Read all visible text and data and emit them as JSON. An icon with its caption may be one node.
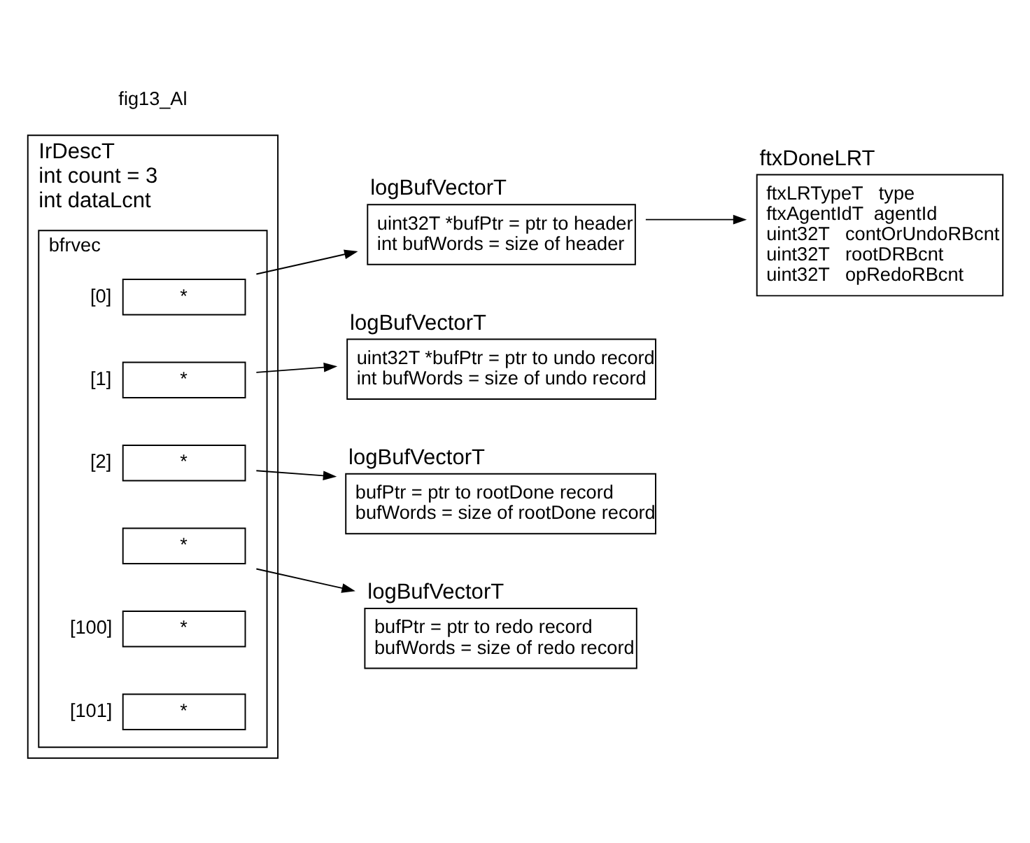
{
  "diagram": {
    "nodes": [
      {
        "text": [
          "IrDescT",
          "int count = 3",
          "int dataLcnt"
        ]
      },
      {
        "text": [
          "bfrvec"
        ],
        "in": 0
      },
      {
        "text": [
          "*"
        ],
        "in": 1,
        "beside": [
          "[0]"
        ]
      },
      {
        "text": [
          "*"
        ],
        "in": 1,
        "beside": [
          "[1]"
        ]
      },
      {
        "text": [
          "*"
        ],
        "in": 1,
        "beside": [
          "[2]"
        ]
      },
      {
        "text": [
          "*"
        ],
        "in": 1
      },
      {
        "text": [
          "*"
        ],
        "in": 1,
        "beside": [
          "[100]"
        ]
      },
      {
        "text": [
          "*"
        ],
        "in": 1,
        "beside": [
          "[101]"
        ]
      },
      {
        "text": [
          "logBufVectorT",
          "uint32T *bufPtr = ptr to header",
          "int bufWords = size of header"
        ]
      },
      {
        "text": [
          "logBufVectorT",
          "uint32T *bufPtr = ptr to undo record",
          "int bufWords = size of undo record"
        ]
      },
      {
        "text": [
          "logBufVectorT",
          "bufPtr = ptr to rootDone record",
          "bufWords = size of rootDone record"
        ]
      },
      {
        "text": [
          "logBufVectorT",
          "bufPtr = ptr to redo record",
          "bufWords = size of redo record"
        ]
      },
      {
        "text": [
          "ftxDoneLRT",
          "ftxLRTypeT   type",
          "ftxAgentIdT  agentId",
          "uint32T   contOrUndoRBcnt",
          "uint32T   rootDRBcnt",
          "uint32T   opRedoRBcnt"
        ]
      }
    ],
    "edges": [
      {
        "from": 2,
        "to": 8,
        "arrow": "to"
      },
      {
        "from": 3,
        "to": 9,
        "arrow": "to"
      },
      {
        "from": 4,
        "to": 10,
        "arrow": "to"
      },
      {
        "from": 5,
        "to": 11,
        "arrow": "to"
      },
      {
        "from": 8,
        "to": 12,
        "arrow": "to"
      }
    ],
    "labels": [
      "fig13_Al"
    ]
  }
}
